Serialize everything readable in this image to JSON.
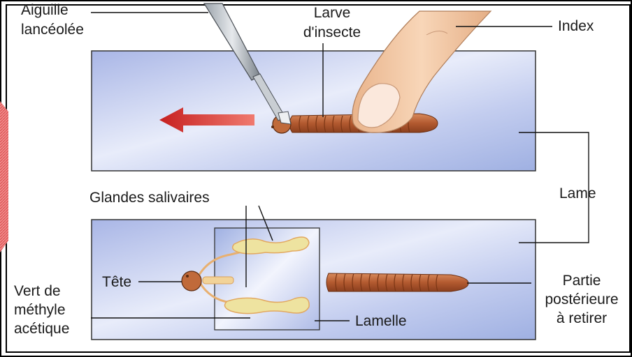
{
  "labels": {
    "aiguille_line1": "Aiguille",
    "aiguille_line2": "lancéolée",
    "larve_line1": "Larve",
    "larve_line2": "d'insecte",
    "index": "Index",
    "lame": "Lame",
    "glandes": "Glandes salivaires",
    "tete": "Tête",
    "vert_line1": "Vert de",
    "vert_line2": "méthyle",
    "vert_line3": "acétique",
    "lamelle": "Lamelle",
    "partie_line1": "Partie",
    "partie_line2": "postérieure",
    "partie_line3": "à retirer"
  },
  "colors": {
    "frame": "#000000",
    "slide_blue": "#b8c4ea",
    "larva_brown": "#b5603a",
    "gland_yellow": "#eee3a0",
    "arrow_red": "#d0312d",
    "finger_skin": "#f2c6a0"
  }
}
